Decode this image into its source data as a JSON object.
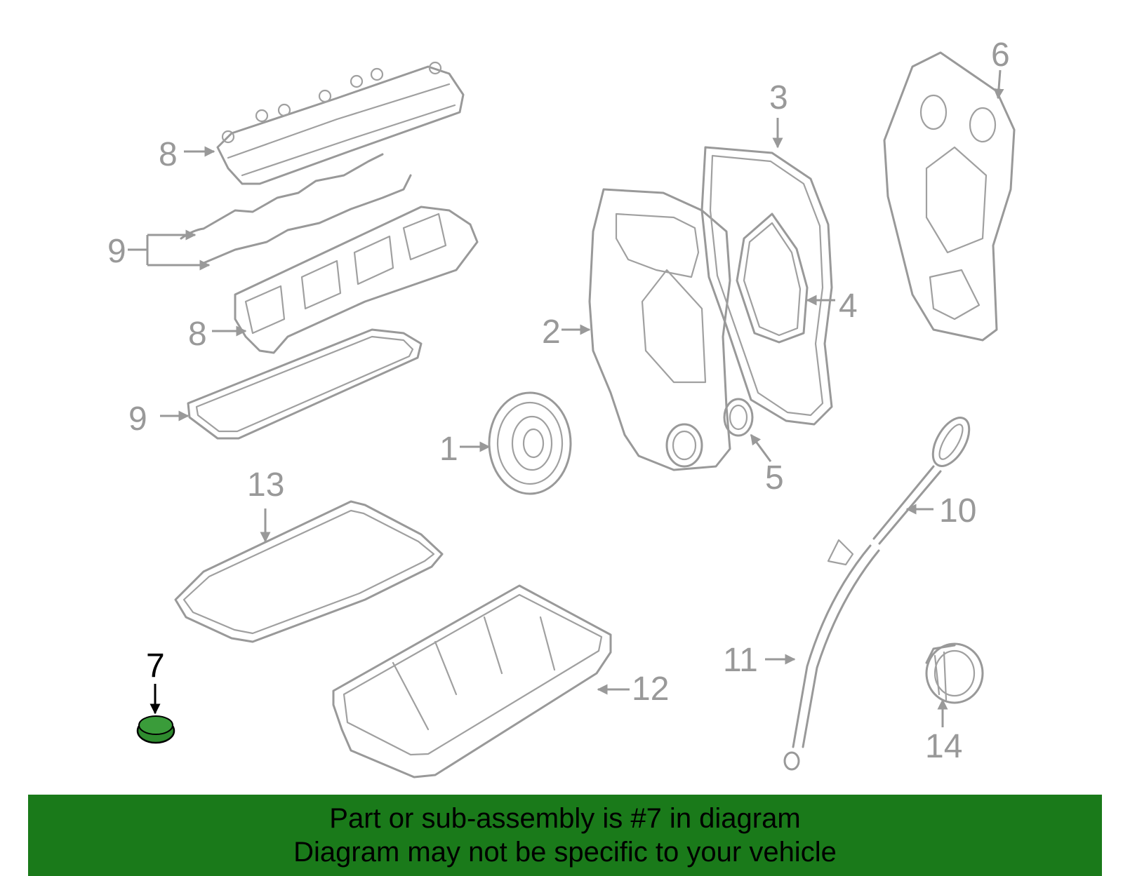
{
  "colors": {
    "part_stroke": "#999999",
    "label_gray": "#999999",
    "highlight_fill": "#2e8b2e",
    "highlight_label": "#000000",
    "banner_bg": "#1a7a1a",
    "banner_text": "#000000"
  },
  "highlighted_part": "7",
  "callouts": {
    "c1": "1",
    "c2": "2",
    "c3": "3",
    "c4": "4",
    "c5": "5",
    "c6": "6",
    "c7": "7",
    "c8a": "8",
    "c8b": "8",
    "c9a": "9",
    "c9b": "9",
    "c10": "10",
    "c11": "11",
    "c12": "12",
    "c13": "13",
    "c14": "14"
  },
  "banner": {
    "line1": "Part or sub-assembly is #7 in diagram",
    "line2": "Diagram may not be specific to your vehicle"
  }
}
